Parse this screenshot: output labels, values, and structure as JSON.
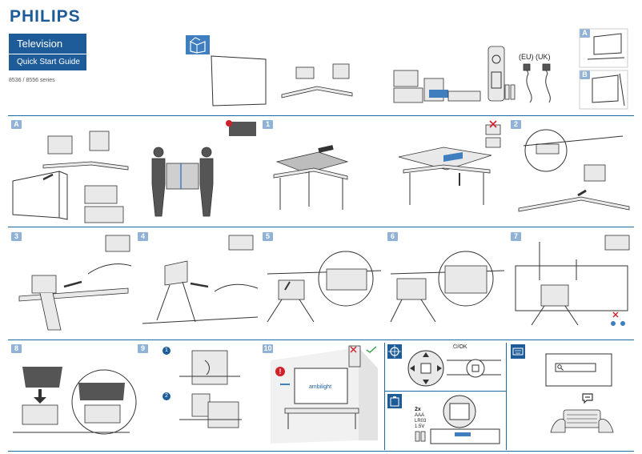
{
  "brand": {
    "logo_text": "PHILIPS",
    "title": "Television",
    "subtitle": "Quick Start Guide",
    "series": "8536 / 8556 series"
  },
  "box_contents": {
    "region_label": "(EU) (UK)",
    "option_a": "A",
    "option_b": "B"
  },
  "steps": {
    "row1": [
      "A",
      "1",
      "2"
    ],
    "row2": [
      "3",
      "4",
      "5",
      "6",
      "7"
    ],
    "row3": [
      "8",
      "9",
      "10"
    ]
  },
  "substeps": [
    "1",
    "2"
  ],
  "warning_glyph": "!",
  "ambilight_text": "ambilight",
  "remote_ok_label": "⏻/OK",
  "batteries": {
    "count": "2x",
    "type": "AAA",
    "code": "LR03",
    "voltage": "1.5V"
  },
  "colors": {
    "brand_blue": "#1e5c99",
    "badge_blue": "#8fb2d6",
    "rule_blue": "#1b6aa8",
    "warning_red": "#d0202a",
    "ok_green": "#2a9d48"
  },
  "icons": [
    "box-open-icon",
    "target-icon",
    "battery-icon",
    "keyboard-icon",
    "chat-icon",
    "search-icon"
  ]
}
